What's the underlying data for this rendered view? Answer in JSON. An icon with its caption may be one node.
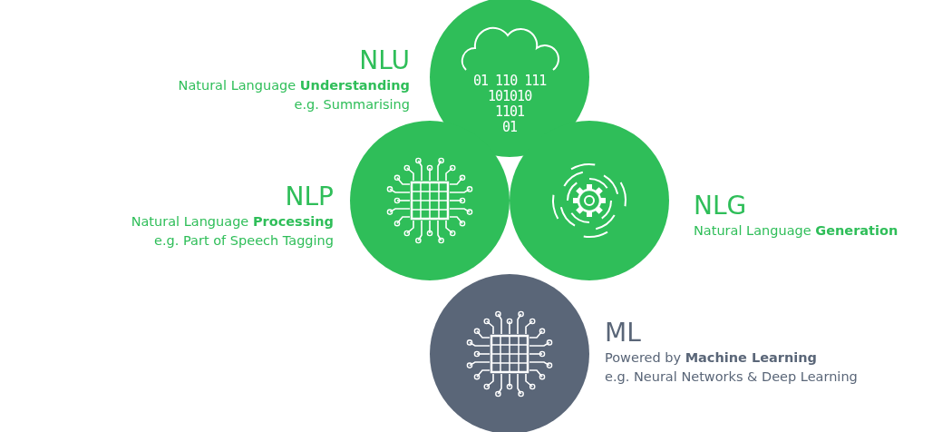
{
  "diagram": {
    "nodes": [
      {
        "text": [
          "NLU",
          "Natural Language **Understanding**",
          "e.g. Summarising"
        ]
      },
      {
        "text": [
          "NLP",
          "Natural Language **Processing**",
          "e.g. Part of Speech Tagging"
        ]
      },
      {
        "text": [
          "NLG",
          "Natural Language **Generation**"
        ]
      },
      {
        "text": [
          "ML",
          "Powered by **Machine Learning**",
          "e.g. Neural Networks & Deep Learning"
        ]
      }
    ],
    "edges": [],
    "labels": [
      "01 110 111",
      "101010",
      "1101",
      "01"
    ]
  }
}
